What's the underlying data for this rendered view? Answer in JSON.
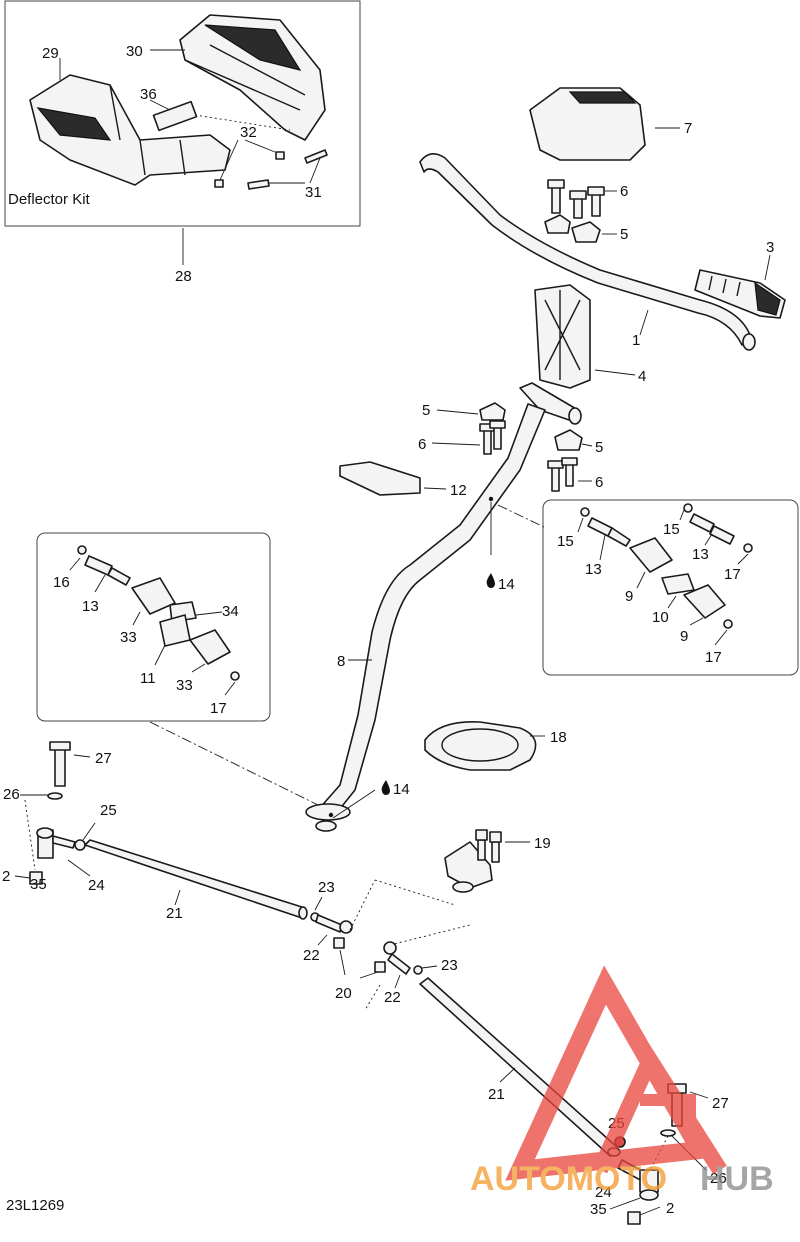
{
  "drawing_id": "23L1269",
  "kit_box": {
    "label": "Deflector Kit",
    "ref": "28"
  },
  "callouts": {
    "c1": "1",
    "c2a": "2",
    "c2b": "2",
    "c3": "3",
    "c4": "4",
    "c5a": "5",
    "c5b": "5",
    "c5c": "5",
    "c6a": "6",
    "c6b": "6",
    "c6c": "6",
    "c7": "7",
    "c8": "8",
    "c9a": "9",
    "c9b": "9",
    "c10": "10",
    "c11": "11",
    "c12": "12",
    "c13a": "13",
    "c13b": "13",
    "c13c": "13",
    "c14a": "14",
    "c14b": "14",
    "c15a": "15",
    "c15b": "15",
    "c16": "16",
    "c17a": "17",
    "c17b": "17",
    "c17c": "17",
    "c18": "18",
    "c19": "19",
    "c20": "20",
    "c21a": "21",
    "c21b": "21",
    "c22a": "22",
    "c22b": "22",
    "c23a": "23",
    "c23b": "23",
    "c24a": "24",
    "c24b": "24",
    "c25a": "25",
    "c25b": "25",
    "c26a": "26",
    "c26b": "26",
    "c27a": "27",
    "c27b": "27",
    "c28": "28",
    "c29": "29",
    "c30": "30",
    "c31": "31",
    "c32": "32",
    "c33a": "33",
    "c33b": "33",
    "c34": "34",
    "c35a": "35",
    "c35b": "35",
    "c36": "36"
  },
  "watermark": {
    "text": "AUTOMOTOHUB",
    "part1": "AUTOMOTO",
    "part2": "HUB",
    "color_triangle": "#e8453c",
    "color_text": "#f29a2e"
  }
}
